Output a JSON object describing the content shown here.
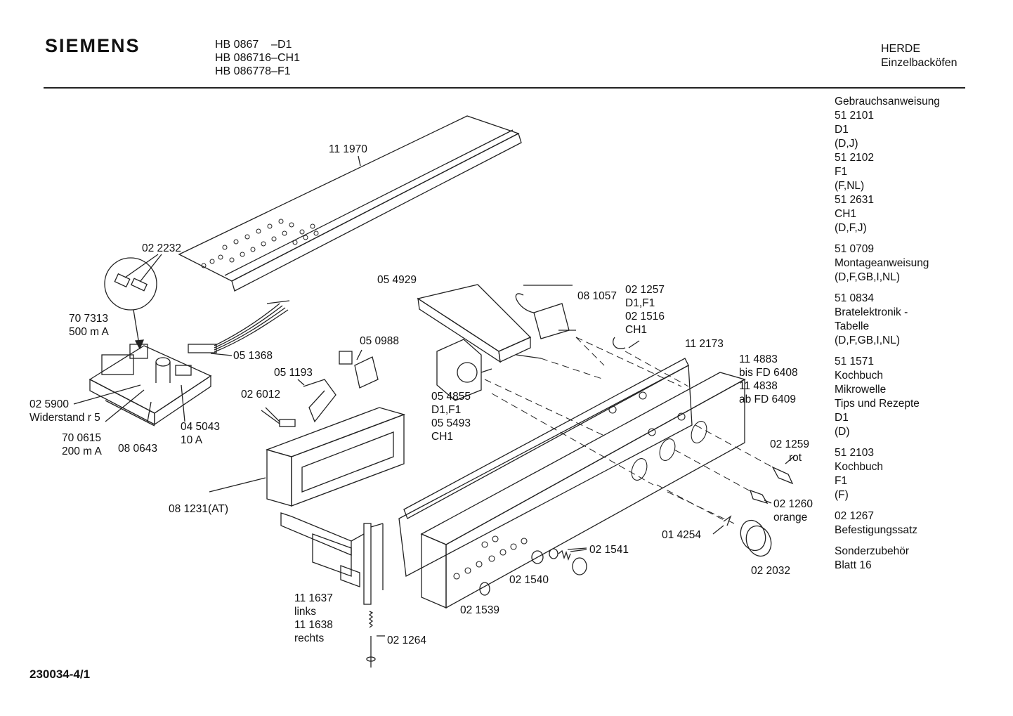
{
  "header": {
    "brand": "SIEMENS",
    "models": [
      "HB 0867    –D1",
      "HB 086716–CH1",
      "HB 086778–F1"
    ],
    "category": "HERDE",
    "subcategory": "Einzelbacköfen"
  },
  "sidebar": {
    "groups": [
      [
        "Gebrauchsanweisung",
        "51 2101",
        "D1",
        "(D,J)",
        "51 2102",
        "F1",
        "(F,NL)",
        "51 2631",
        "CH1",
        "(D,F,J)"
      ],
      [
        "51 0709",
        "Montageanweisung",
        "(D,F,GB,I,NL)"
      ],
      [
        "51 0834",
        "Bratelektronik -",
        "Tabelle",
        "(D,F,GB,I,NL)"
      ],
      [
        "51 1571",
        "Kochbuch",
        "Mikrowelle",
        "Tips und Rezepte",
        "D1",
        "(D)"
      ],
      [
        "51 2103",
        "Kochbuch",
        "F1",
        "(F)"
      ],
      [
        "02 1267",
        "Befestigungssatz"
      ],
      [
        "Sonderzubehör",
        "Blatt 16"
      ]
    ]
  },
  "parts": {
    "p111970": "11 1970",
    "p022232": "02 2232",
    "p707313": [
      "70 7313",
      "500 m A"
    ],
    "p051368": "05 1368",
    "p050988": "05 0988",
    "p051193": "05 1193",
    "p026012": "02 6012",
    "p025900": [
      "02 5900",
      "Widerstand r 5"
    ],
    "p700615": [
      "70 0615",
      "200 m A"
    ],
    "p080643": "08 0643",
    "p045043": [
      "04 5043",
      "10 A"
    ],
    "p081231": "08 1231(AT)",
    "p054929": "05 4929",
    "p081057": "08 1057",
    "p021257": [
      "02 1257",
      "D1,F1",
      "02 1516",
      "CH1"
    ],
    "p112173": "11 2173",
    "p114883": [
      "11 4883",
      "bis FD 6408",
      "11 4838",
      "ab FD 6409"
    ],
    "p054855": [
      "05 4855",
      "D1,F1",
      "05 5493",
      "CH1"
    ],
    "p021259": [
      "02 1259",
      "rot"
    ],
    "p021260": [
      "02 1260",
      "orange"
    ],
    "p014254": "01 4254",
    "p022032": "02 2032",
    "p021541": "02 1541",
    "p021540": "02 1540",
    "p021539": "02 1539",
    "p111637": [
      "11 1637",
      "links",
      "11 1638",
      "rechts"
    ],
    "p021264": "02 1264"
  },
  "footer": {
    "code": "230034-4/1"
  }
}
